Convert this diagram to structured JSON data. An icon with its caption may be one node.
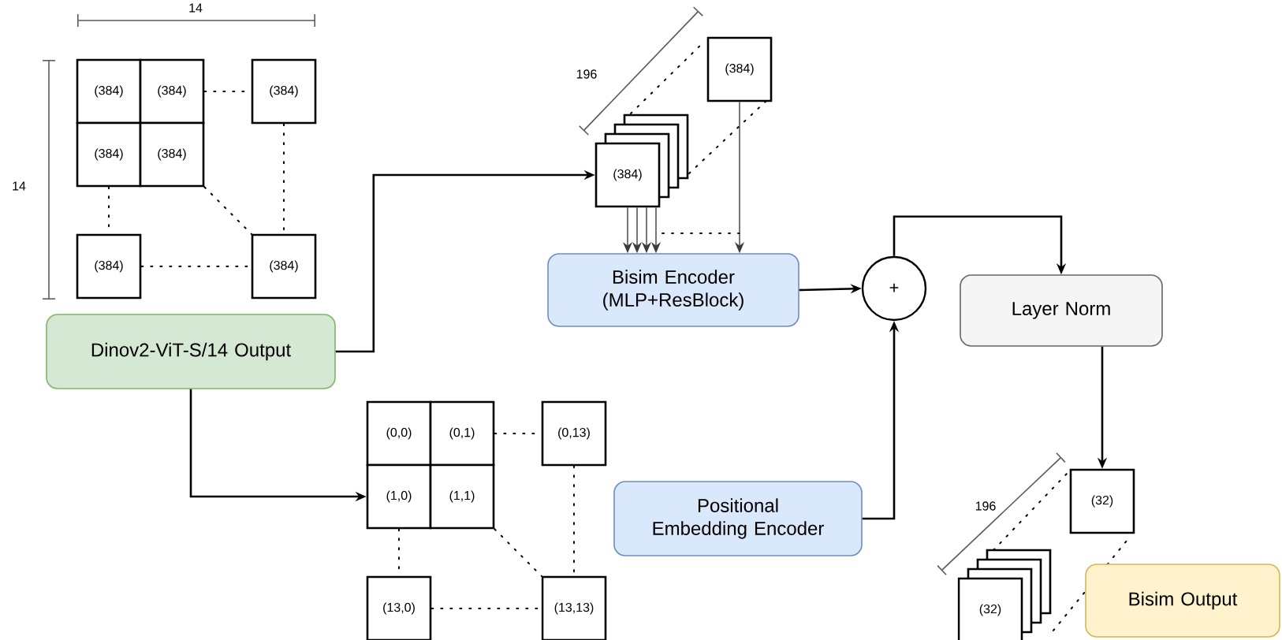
{
  "diagram": {
    "nodes": [
      {
        "text": [
          "Dinov2-ViT-S/14 Output"
        ]
      },
      {
        "text": [
          "(384)"
        ]
      },
      {
        "text": [
          "(384)"
        ]
      },
      {
        "text": [
          "(384)"
        ]
      },
      {
        "text": [
          "(384)"
        ]
      },
      {
        "text": [
          "(384)"
        ]
      },
      {
        "text": [
          "(384)"
        ]
      },
      {
        "text": [
          "(384)"
        ]
      },
      {
        "text": [
          "(384)"
        ]
      },
      {
        "text": [
          "(384)"
        ]
      },
      {
        "text": [
          "Bisim Encoder (MLP+ResBlock)"
        ]
      },
      {
        "text": [
          "+"
        ]
      },
      {
        "text": [
          "Layer Norm"
        ]
      },
      {
        "text": [
          "(0,0)"
        ]
      },
      {
        "text": [
          "(0,1)"
        ]
      },
      {
        "text": [
          "(0,13)"
        ]
      },
      {
        "text": [
          "(1,0)"
        ]
      },
      {
        "text": [
          "(1,1)"
        ]
      },
      {
        "text": [
          "(13,0)"
        ]
      },
      {
        "text": [
          "(13,13)"
        ]
      },
      {
        "text": [
          "Positional Embedding Encoder"
        ]
      },
      {
        "text": [
          "(32)"
        ]
      },
      {
        "text": [
          "(32)"
        ]
      },
      {
        "text": [
          "Bisim Output"
        ]
      }
    ],
    "edges": [
      {
        "from": 0,
        "to": 9,
        "arrow": "to"
      },
      {
        "from": 0,
        "to": 16,
        "arrow": "to"
      },
      {
        "from": 9,
        "to": 10,
        "arrow": "to"
      },
      {
        "from": 9,
        "to": 10,
        "arrow": "to"
      },
      {
        "from": 9,
        "to": 10,
        "arrow": "to"
      },
      {
        "from": 9,
        "to": 10,
        "arrow": "to"
      },
      {
        "from": 8,
        "to": 10,
        "arrow": "to"
      },
      {
        "from": 10,
        "to": 11,
        "arrow": "to"
      },
      {
        "from": 20,
        "to": 11,
        "arrow": "to"
      },
      {
        "from": 11,
        "to": 12,
        "arrow": "to"
      },
      {
        "from": 12,
        "to": 21,
        "arrow": "to"
      },
      {
        "from": 2,
        "to": 3,
        "arrow": "none",
        "style": "dashed"
      },
      {
        "from": 3,
        "to": 7,
        "arrow": "none",
        "style": "dashed"
      },
      {
        "from": 4,
        "to": 6,
        "arrow": "none",
        "style": "dashed"
      },
      {
        "from": 5,
        "to": 7,
        "arrow": "none",
        "style": "dashed"
      },
      {
        "from": 6,
        "to": 7,
        "arrow": "none",
        "style": "dashed"
      },
      {
        "from": 14,
        "to": 15,
        "arrow": "none",
        "style": "dashed"
      },
      {
        "from": 15,
        "to": 19,
        "arrow": "none",
        "style": "dashed"
      },
      {
        "from": 16,
        "to": 18,
        "arrow": "none",
        "style": "dashed"
      },
      {
        "from": 17,
        "to": 19,
        "arrow": "none",
        "style": "dashed"
      },
      {
        "from": 18,
        "to": 19,
        "arrow": "none",
        "style": "dashed"
      }
    ],
    "labels": [
      "14",
      "14",
      "196",
      "196"
    ]
  }
}
